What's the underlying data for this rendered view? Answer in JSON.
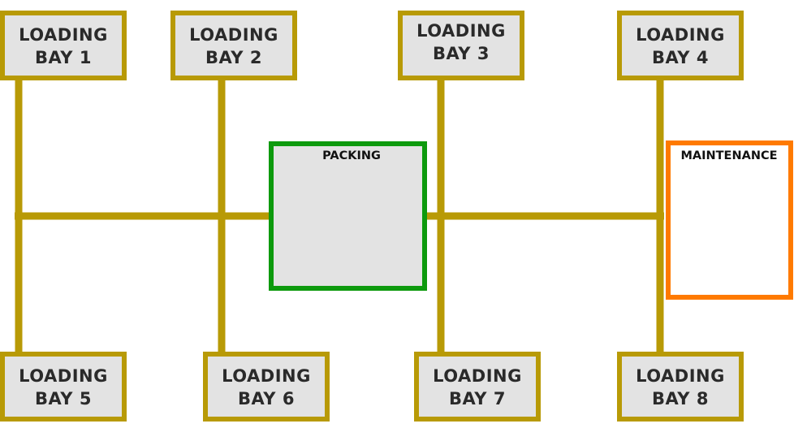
{
  "colors": {
    "track": "#b89a06",
    "bay_fill": "#e3e3e3",
    "bay_border": "#b89a06",
    "packing_border": "#0d9a0d",
    "packing_fill": "#e3e3e3",
    "maintenance_border": "#ff7a00",
    "maintenance_fill": "#ffffff",
    "background": "#ffffff"
  },
  "bays": [
    {
      "id": "bay-1",
      "line1": "LOADING",
      "line2": "BAY 1"
    },
    {
      "id": "bay-2",
      "line1": "LOADING",
      "line2": "BAY 2"
    },
    {
      "id": "bay-3",
      "line1": "LOADING",
      "line2": "BAY 3"
    },
    {
      "id": "bay-4",
      "line1": "LOADING",
      "line2": "BAY 4"
    },
    {
      "id": "bay-5",
      "line1": "LOADING",
      "line2": "BAY 5"
    },
    {
      "id": "bay-6",
      "line1": "LOADING",
      "line2": "BAY 6"
    },
    {
      "id": "bay-7",
      "line1": "LOADING",
      "line2": "BAY 7"
    },
    {
      "id": "bay-8",
      "line1": "LOADING",
      "line2": "BAY 8"
    }
  ],
  "zones": {
    "packing": {
      "label": "PACKING"
    },
    "maintenance": {
      "label": "MAINTENANCE"
    }
  }
}
